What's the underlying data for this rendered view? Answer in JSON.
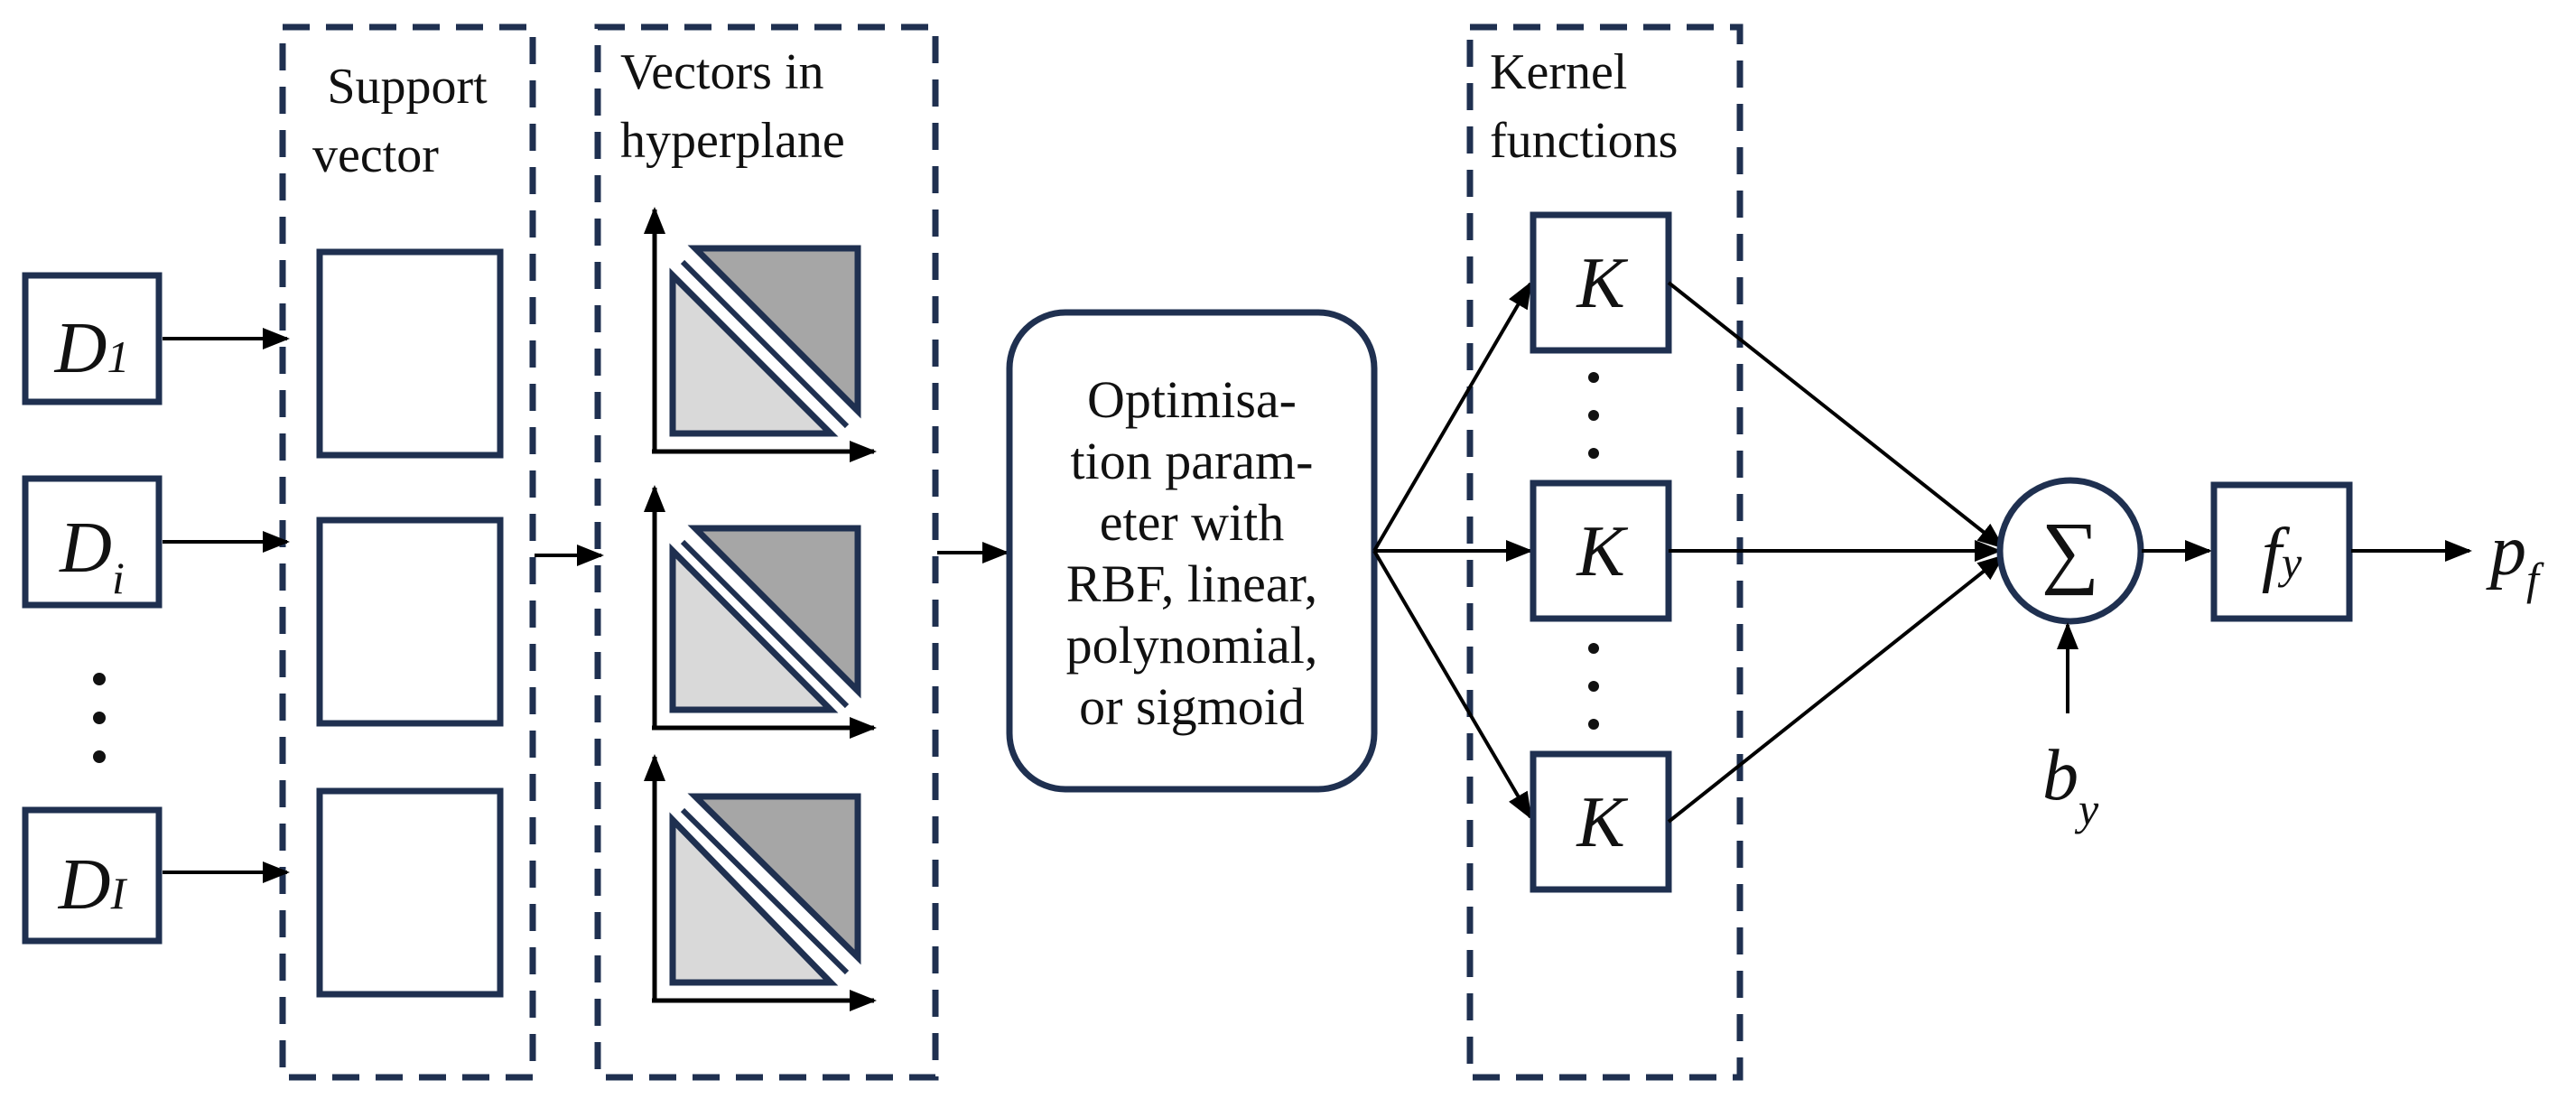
{
  "inputs": [
    {
      "main": "D",
      "sub": "1"
    },
    {
      "main": "D",
      "sub": "i"
    },
    {
      "main": "D",
      "sub": "I"
    }
  ],
  "support_vector_title": [
    "Support",
    "vector"
  ],
  "hyperplane_title": [
    "Vectors in",
    "hyperplane"
  ],
  "kernel_title": [
    "Kernel",
    "functions"
  ],
  "optimisation_lines": [
    "Optimisa-",
    "tion param-",
    "eter with",
    "RBF, linear,",
    "polynomial,",
    "or sigmoid"
  ],
  "kernel_symbol": "K",
  "sum_symbol": "∑",
  "activation": {
    "main": "f",
    "sub": "y"
  },
  "bias": {
    "main": "b",
    "sub": "y"
  },
  "output": {
    "main": "p",
    "sub": "f"
  },
  "colors": {
    "stroke": "#1f3050",
    "dark_triangle": "#a6a6a6",
    "light_triangle": "#d9d9d9"
  }
}
